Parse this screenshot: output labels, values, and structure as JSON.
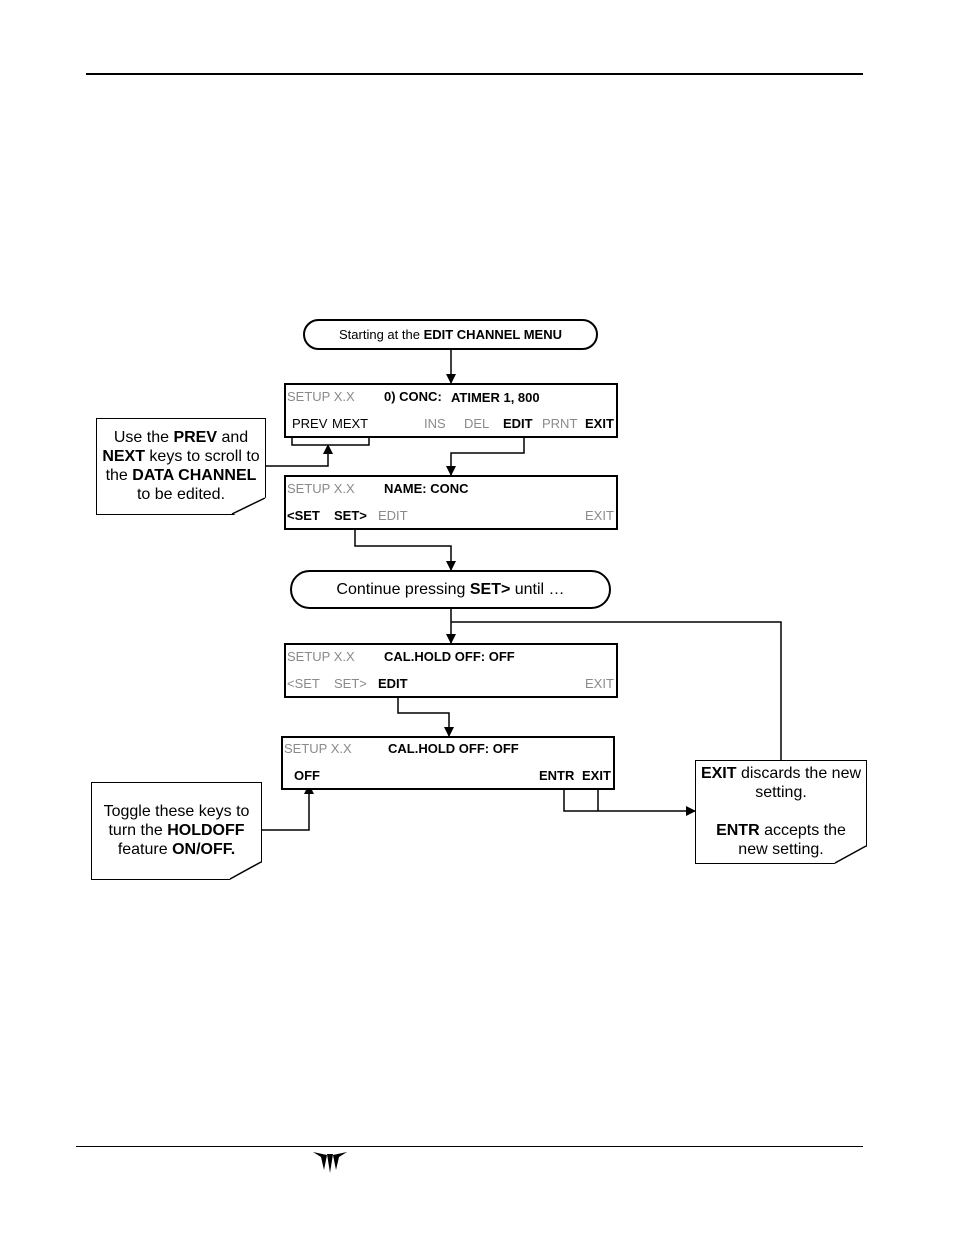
{
  "start": {
    "prefix": "Starting at the ",
    "bold": "EDIT CHANNEL MENU"
  },
  "screen1": {
    "title": "SETUP X.X",
    "msg_a": "0) CONC:",
    "msg_b": "ATIMER 1, 800",
    "keys": [
      "PREV",
      "MEXT",
      "INS",
      "DEL",
      "EDIT",
      "PRNT",
      "EXIT"
    ]
  },
  "screen2": {
    "title": "SETUP X.X",
    "msg": "NAME: CONC",
    "keys": [
      "<SET",
      "SET>",
      "EDIT",
      "EXIT"
    ]
  },
  "continue_box": {
    "prefix": "Continue pressing ",
    "bold": "SET>",
    "suffix": " until …"
  },
  "screen3": {
    "title": "SETUP X.X",
    "msg": "CAL.HOLD OFF: OFF",
    "keys": [
      "<SET",
      "SET>",
      "EDIT",
      "EXIT"
    ]
  },
  "screen4": {
    "title": "SETUP X.X",
    "msg": "CAL.HOLD OFF: OFF",
    "keys": [
      "OFF",
      "ENTR",
      "EXIT"
    ]
  },
  "note_prev": {
    "l1a": "Use the ",
    "l1b": "PREV",
    "l1c": " and",
    "l2a": "NEXT",
    "l2b": " keys to scroll to",
    "l3a": "the ",
    "l3b": "DATA CHANNEL",
    "l4": "to be edited."
  },
  "note_toggle": {
    "l1": "Toggle these keys to",
    "l2a": "turn the ",
    "l2b": "HOLDOFF",
    "l3a": "feature ",
    "l3b": "ON/OFF."
  },
  "note_exit": {
    "l1a": "EXIT",
    "l1b": " discards the new",
    "l2": "setting.",
    "l3a": "ENTR",
    "l3b": " accepts the",
    "l4": "new setting."
  }
}
